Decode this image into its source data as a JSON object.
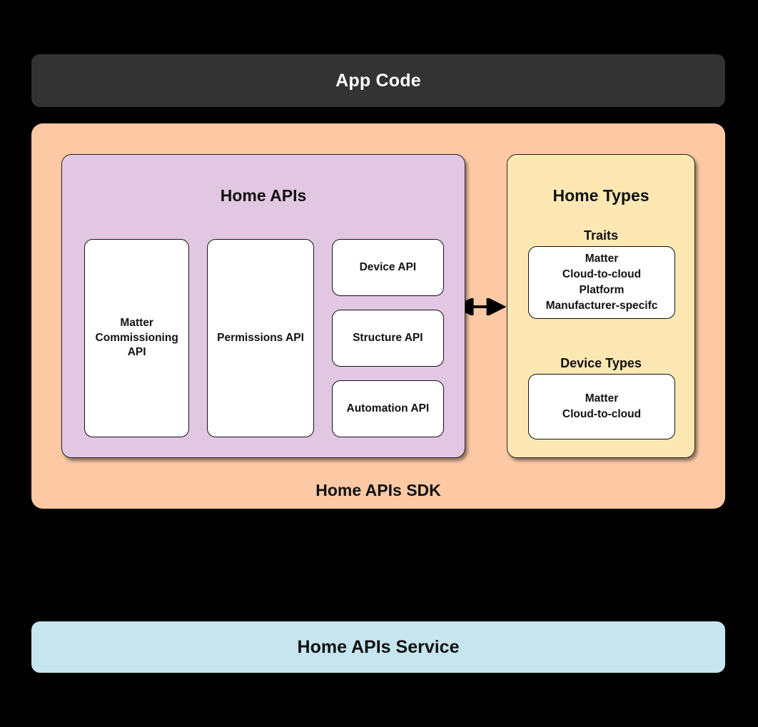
{
  "diagram": {
    "type": "architecture-block-diagram",
    "top_bar": {
      "label": "App Code",
      "color": "#333333",
      "text_color": "#FFFFFF"
    },
    "sdk_container": {
      "footer_label": "Home APIs SDK",
      "color": "#FCC9A4"
    },
    "home_apis_panel": {
      "title": "Home APIs",
      "color": "#E2C7E2",
      "tall_boxes": [
        {
          "label": "Matter\nCommissioning\nAPI"
        },
        {
          "label": "Permissions API"
        }
      ],
      "stacked_boxes": [
        {
          "label": "Device API"
        },
        {
          "label": "Structure API"
        },
        {
          "label": "Automation API"
        }
      ]
    },
    "connector": {
      "name": "bidirectional-arrow",
      "direction": "both",
      "color": "#000000"
    },
    "home_types_panel": {
      "title": "Home Types",
      "color": "#FDE8B4",
      "sections": [
        {
          "heading": "Traits",
          "items": [
            "Matter",
            "Cloud-to-cloud",
            "Platform",
            "Manufacturer-specifc"
          ]
        },
        {
          "heading": "Device Types",
          "items": [
            "Matter",
            "Cloud-to-cloud"
          ]
        }
      ]
    },
    "bottom_bar": {
      "label": "Home APIs Service",
      "color": "#C6E5EF",
      "text_color": "#111111"
    }
  }
}
